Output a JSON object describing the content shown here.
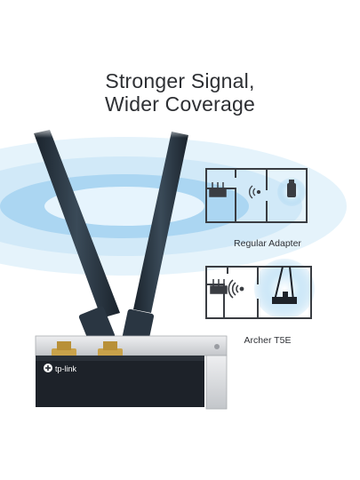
{
  "headline": {
    "line1": "Stronger Signal,",
    "line2": "Wider Coverage"
  },
  "diagrams": {
    "regular": {
      "label": "Regular Adapter"
    },
    "archer": {
      "label": "Archer T5E"
    }
  },
  "product": {
    "brand_logo_text": "tp-link"
  },
  "colors": {
    "signal_glow": "#9fd0ef",
    "signal_core": "#e9f6fd",
    "antenna": "#24303c",
    "card_pcb": "#1d2229",
    "bracket": "#d9dbde",
    "connector": "#c9a24a",
    "floorplan_line": "#3a3d42"
  }
}
